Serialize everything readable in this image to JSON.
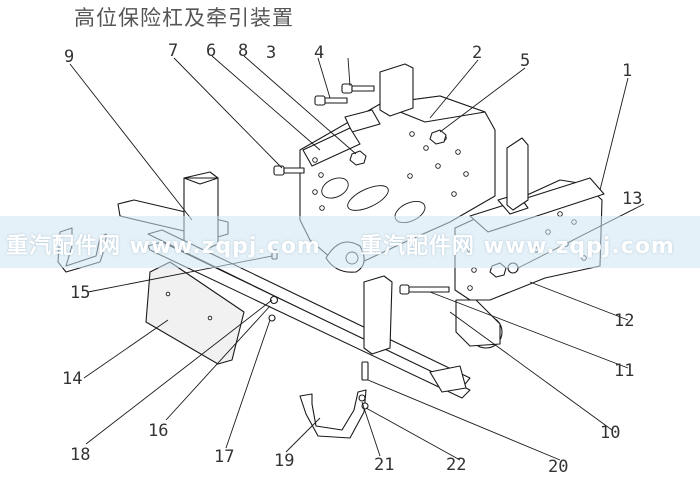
{
  "title": "高位保险杠及牵引装置",
  "watermark": {
    "left": "重汽配件网  www.zqpj.com",
    "right": "重汽配件网  www.zqpj.com"
  },
  "callouts": [
    "1",
    "2",
    "3",
    "4",
    "5",
    "6",
    "7",
    "8",
    "9",
    "10",
    "11",
    "12",
    "13",
    "14",
    "15",
    "16",
    "17",
    "18",
    "19",
    "20",
    "21",
    "22"
  ]
}
